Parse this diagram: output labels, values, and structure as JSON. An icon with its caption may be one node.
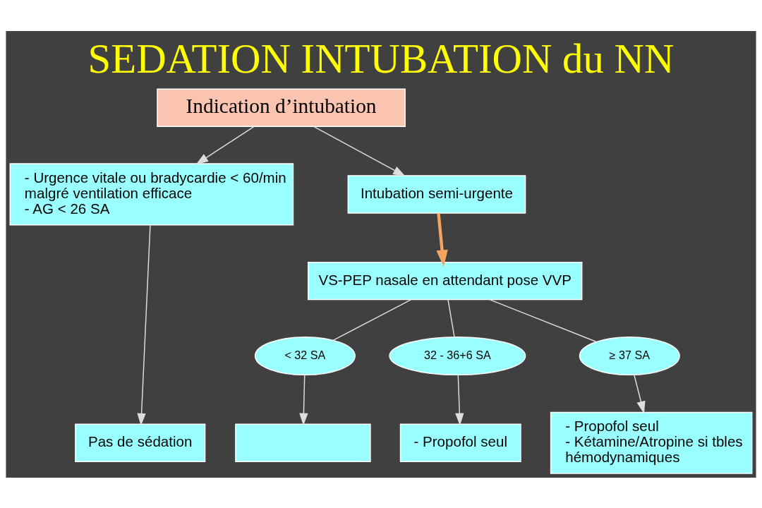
{
  "diagram": {
    "title": "SEDATION INTUBATION du NN",
    "nodes": [
      {
        "text": [
          "Indication d’intubation"
        ]
      },
      {
        "text": [
          "- Urgence vitale ou bradycardie < 60/min malgré ventilation efficace",
          "- AG < 26 SA"
        ]
      },
      {
        "text": [
          "Intubation semi-urgente"
        ]
      },
      {
        "text": [
          "VS-PEP nasale en attendant pose VVP"
        ]
      },
      {
        "text": [
          "Pas de sédation"
        ]
      },
      {
        "text": [
          "< 32 SA"
        ]
      },
      {
        "text": [
          "32 - 36+6 SA"
        ]
      },
      {
        "text": [
          "≥ 37 SA"
        ]
      },
      {
        "text": [],
        "shape": "box"
      },
      {
        "text": [
          "- Propofol seul"
        ]
      },
      {
        "text": [
          "- Propofol seul",
          "- Kétamine/Atropine si tbles hémodynamiques"
        ]
      }
    ],
    "edges": [
      {
        "from": 0,
        "to": 1,
        "arrow": "to"
      },
      {
        "from": 0,
        "to": 2,
        "arrow": "to"
      },
      {
        "from": 2,
        "to": 3,
        "arrow": "to",
        "style": "thick",
        "color": "#f4a460"
      },
      {
        "from": 1,
        "to": 4,
        "arrow": "to"
      },
      {
        "from": 3,
        "to": 5,
        "arrow": "none"
      },
      {
        "from": 5,
        "to": 8,
        "arrow": "to"
      },
      {
        "from": 3,
        "to": 6,
        "arrow": "none"
      },
      {
        "from": 6,
        "to": 9,
        "arrow": "to"
      },
      {
        "from": 3,
        "to": 7,
        "arrow": "none"
      },
      {
        "from": 7,
        "to": 10,
        "arrow": "to"
      }
    ]
  }
}
